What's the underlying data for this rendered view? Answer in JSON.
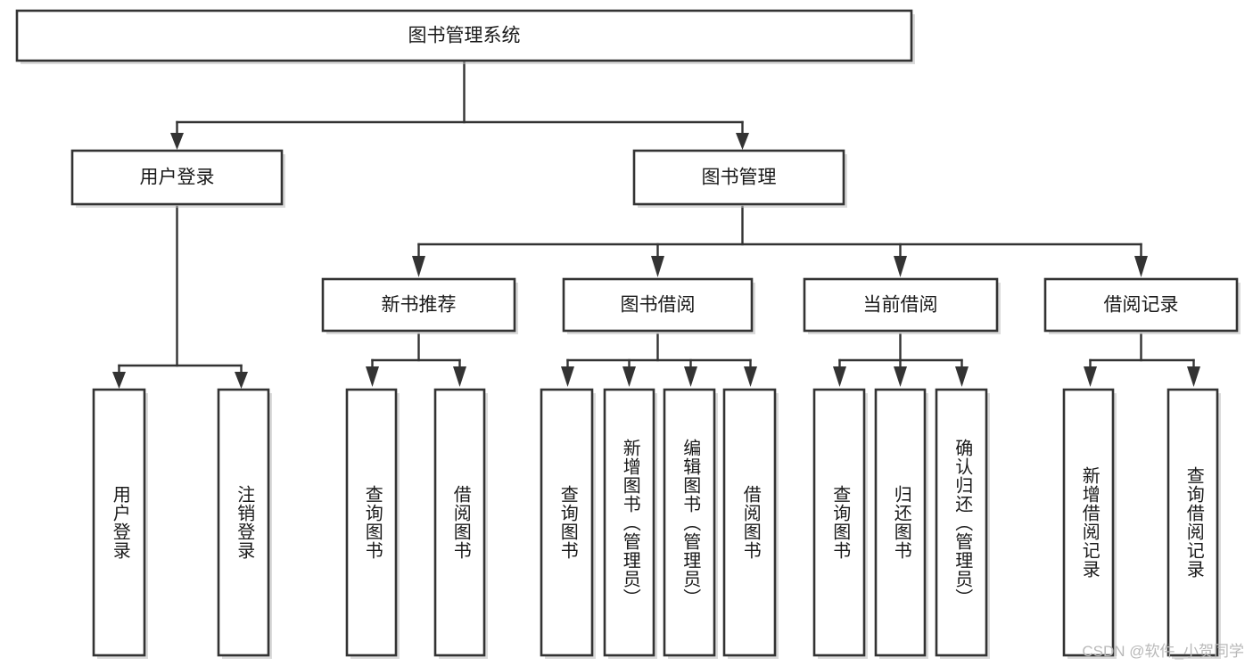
{
  "diagram": {
    "title_node": {
      "label": "图书管理系统"
    },
    "level2": [
      {
        "id": "user-login",
        "label": "用户登录"
      },
      {
        "id": "book-management",
        "label": "图书管理"
      }
    ],
    "level3": [
      {
        "id": "new-book-recommend",
        "label": "新书推荐"
      },
      {
        "id": "book-borrow",
        "label": "图书借阅"
      },
      {
        "id": "current-borrow",
        "label": "当前借阅"
      },
      {
        "id": "borrow-record",
        "label": "借阅记录"
      }
    ],
    "leaves": [
      {
        "id": "leaf-user-login",
        "label": "用户登录"
      },
      {
        "id": "leaf-logout-login",
        "label": "注销登录"
      },
      {
        "id": "leaf-query-book-1",
        "label": "查询图书"
      },
      {
        "id": "leaf-borrow-book-1",
        "label": "借阅图书"
      },
      {
        "id": "leaf-query-book-2",
        "label": "查询图书"
      },
      {
        "id": "leaf-add-book-admin",
        "label": "新增图书（管理员）"
      },
      {
        "id": "leaf-edit-book-admin",
        "label": "编辑图书（管理员）"
      },
      {
        "id": "leaf-borrow-book-2",
        "label": "借阅图书"
      },
      {
        "id": "leaf-query-book-3",
        "label": "查询图书"
      },
      {
        "id": "leaf-return-book",
        "label": "归还图书"
      },
      {
        "id": "leaf-confirm-return-admin",
        "label": "确认归还（管理员）"
      },
      {
        "id": "leaf-add-borrow-record",
        "label": "新增借阅记录"
      },
      {
        "id": "leaf-query-borrow-record",
        "label": "查询借阅记录"
      }
    ]
  },
  "watermark": {
    "text": "CSDN @软件_小贺同学"
  },
  "colors": {
    "box_stroke": "#333333",
    "box_fill": "#ffffff",
    "connector": "#333333",
    "text": "#1a1a1a",
    "watermark": "#b9b9b9",
    "background": "#ffffff"
  },
  "chart_data": {
    "type": "diagram",
    "subtype": "tree-hierarchy",
    "title": "图书管理系统",
    "orientation": "top-down",
    "nodes": [
      {
        "level": 1,
        "label": "图书管理系统",
        "children": [
          "用户登录",
          "图书管理"
        ]
      },
      {
        "level": 2,
        "label": "用户登录",
        "children": [
          "用户登录",
          "注销登录"
        ]
      },
      {
        "level": 2,
        "label": "图书管理",
        "children": [
          "新书推荐",
          "图书借阅",
          "当前借阅",
          "借阅记录"
        ]
      },
      {
        "level": 3,
        "label": "新书推荐",
        "children": [
          "查询图书",
          "借阅图书"
        ]
      },
      {
        "level": 3,
        "label": "图书借阅",
        "children": [
          "查询图书",
          "新增图书（管理员）",
          "编辑图书（管理员）",
          "借阅图书"
        ]
      },
      {
        "level": 3,
        "label": "当前借阅",
        "children": [
          "查询图书",
          "归还图书",
          "确认归还（管理员）"
        ]
      },
      {
        "level": 3,
        "label": "借阅记录",
        "children": [
          "新增借阅记录",
          "查询借阅记录"
        ]
      }
    ]
  }
}
